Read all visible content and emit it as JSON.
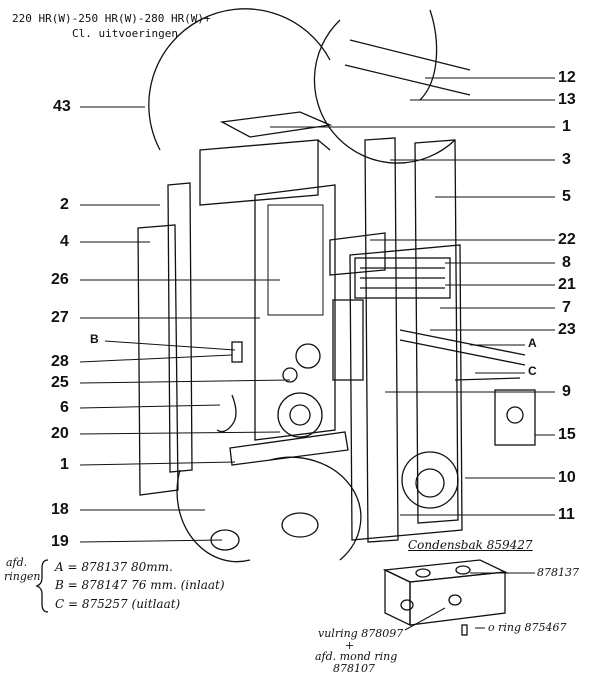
{
  "header": {
    "line1": "220 HR(W)-250 HR(W)-280 HR(W)+",
    "line2": "Cl. uitvoeringen"
  },
  "callouts": {
    "left": [
      "43",
      "2",
      "4",
      "26",
      "27",
      "B",
      "28",
      "25",
      "6",
      "20",
      "1",
      "18",
      "19"
    ],
    "right": [
      "12",
      "13",
      "1",
      "3",
      "5",
      "22",
      "8",
      "21",
      "7",
      "23",
      "A",
      "C",
      "9",
      "15",
      "10",
      "11"
    ]
  },
  "rings": {
    "side_label_1": "afd.",
    "side_label_2": "ringen",
    "rows": [
      {
        "key": "A",
        "text": "A = 878137",
        "note": "80mm."
      },
      {
        "key": "B",
        "text": "B = 878147",
        "note": "76 mm. (inlaat)"
      },
      {
        "key": "C",
        "text": "C = 875257",
        "note": "(uitlaat)"
      }
    ]
  },
  "condensbak": {
    "title": "Condensbak 859427",
    "part_right": "878137",
    "ring_left_1": "vulring 878097",
    "ring_left_plus": "+",
    "ring_left_2": "afd. mond ring",
    "ring_left_3": "878107",
    "oring": "o ring 875467"
  },
  "colors": {
    "ink": "#111111",
    "background": "#ffffff"
  }
}
